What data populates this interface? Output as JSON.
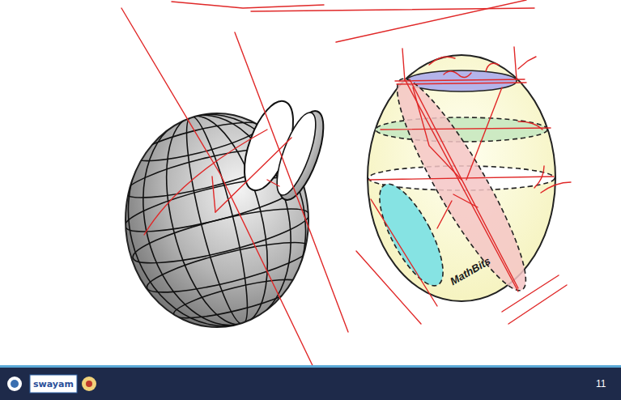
{
  "diagram": {
    "labels": [
      "MathBits",
      "swayam",
      "11"
    ]
  }
}
